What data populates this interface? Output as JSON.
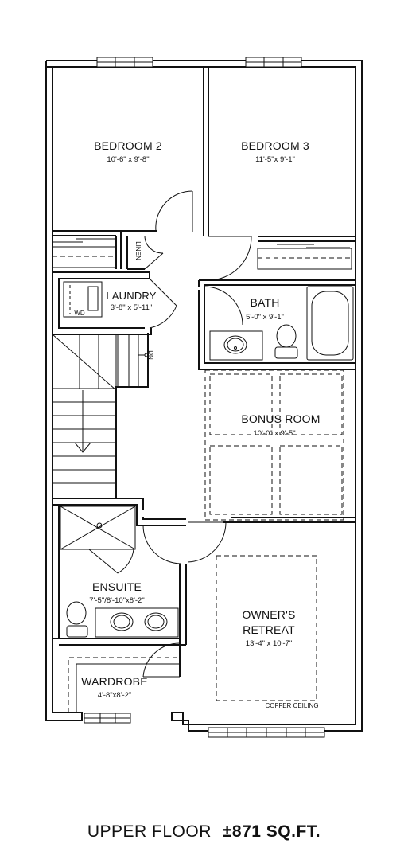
{
  "rooms": {
    "bedroom2": {
      "name": "BEDROOM 2",
      "dims": "10'-6\" x 9'-8\""
    },
    "bedroom3": {
      "name": "BEDROOM 3",
      "dims": "11'-5\"x 9'-1\""
    },
    "linen": {
      "name": "LINEN"
    },
    "laundry": {
      "name": "LAUNDRY",
      "dims": "3'-8\" x 5'-11\"",
      "appliance": "WD"
    },
    "bath": {
      "name": "BATH",
      "dims": "5'-0\" x 9'-1\""
    },
    "stairs": {
      "direction": "DN"
    },
    "bonus": {
      "name": "BONUS ROOM",
      "dims": "10'-0\" x 9'-5\""
    },
    "ensuite": {
      "name": "ENSUITE",
      "dims": "7'-5\"/8'-10\"x8'-2\""
    },
    "owners": {
      "name_line1": "OWNER'S",
      "name_line2": "RETREAT",
      "dims": "13'-4\" x 10'-7\"",
      "note": "COFFER CEILING"
    },
    "wardrobe": {
      "name": "WARDROBE",
      "dims": "4'-8\"x8'-2\""
    }
  },
  "footer": {
    "label": "UPPER FLOOR",
    "area": "±871 SQ.FT."
  }
}
